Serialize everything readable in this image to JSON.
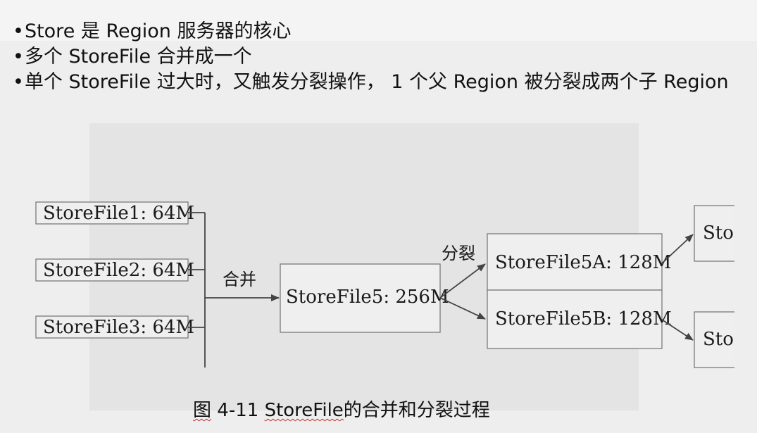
{
  "bullets": [
    "Store 是 Region 服务器的核心",
    "多个 StoreFile 合并成一个",
    "单个 StoreFile 过大时，又触发分裂操作， 1 个父 Region 被分裂成两个子 Region"
  ],
  "diagram": {
    "inputs": [
      "StoreFile1: 64M",
      "StoreFile2: 64M",
      "StoreFile3: 64M"
    ],
    "merge_label": "合并",
    "merged": "StoreFile5: 256M",
    "split_label": "分裂",
    "split_results": [
      "StoreFile5A: 128M",
      "StoreFile5B: 128M"
    ],
    "region_boxes": [
      "Sto",
      "Sto"
    ]
  },
  "caption": {
    "prefix": "图",
    "number": "4-11",
    "term": "StoreFile",
    "suffix": "的合并和分裂过程"
  }
}
